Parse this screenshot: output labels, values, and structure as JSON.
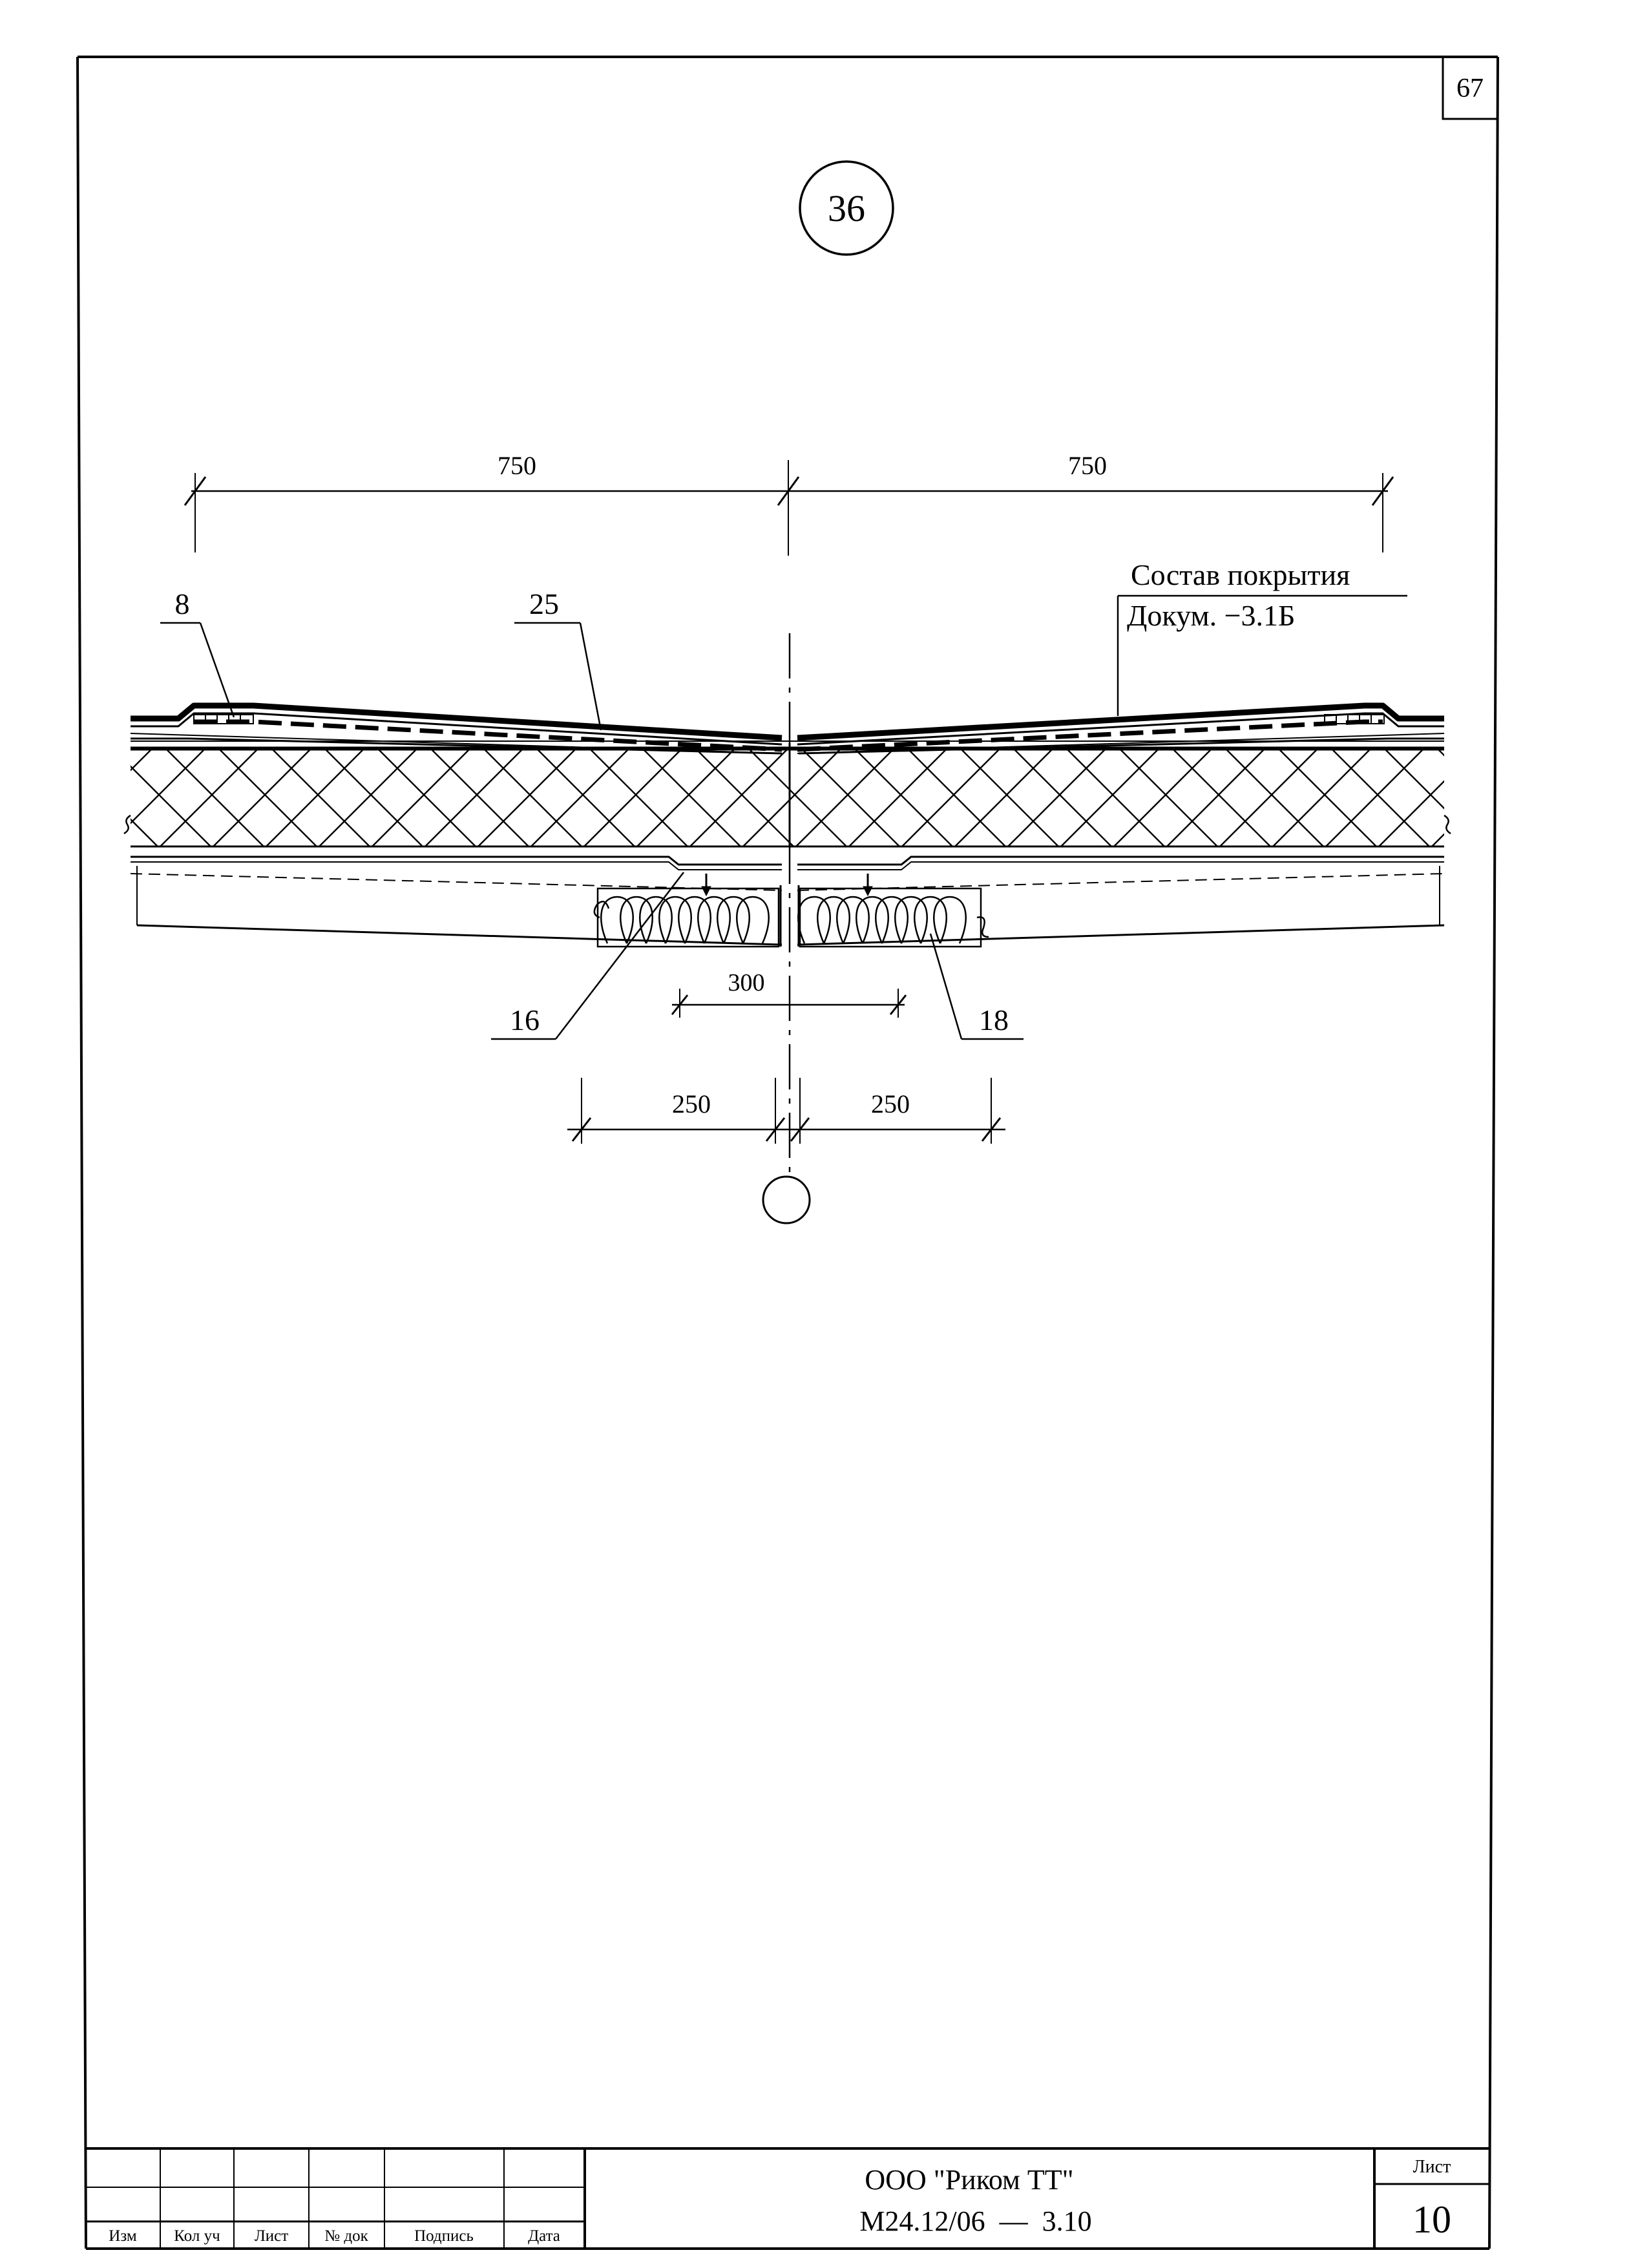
{
  "page_number": "67",
  "detail_marker": "36",
  "dimensions": {
    "top_left": "750",
    "top_right": "750",
    "mid": "300",
    "bottom_left": "250",
    "bottom_right": "250"
  },
  "callouts": {
    "c8": "8",
    "c25": "25",
    "c16": "16",
    "c18": "18",
    "composition_line1": "Состав покрытия",
    "composition_line2": "Докум. −3.1Б"
  },
  "title_block": {
    "headers": [
      "Изм",
      "Кол уч",
      "Лист",
      "№ док",
      "Подпись",
      "Дата"
    ],
    "company": "ООО \"Риком ТТ\"",
    "doc_code": "М24.12/06  —  3.10",
    "sheet_label": "Лист",
    "sheet_number": "10"
  },
  "colors": {
    "ink": "#000000",
    "paper": "#ffffff"
  }
}
